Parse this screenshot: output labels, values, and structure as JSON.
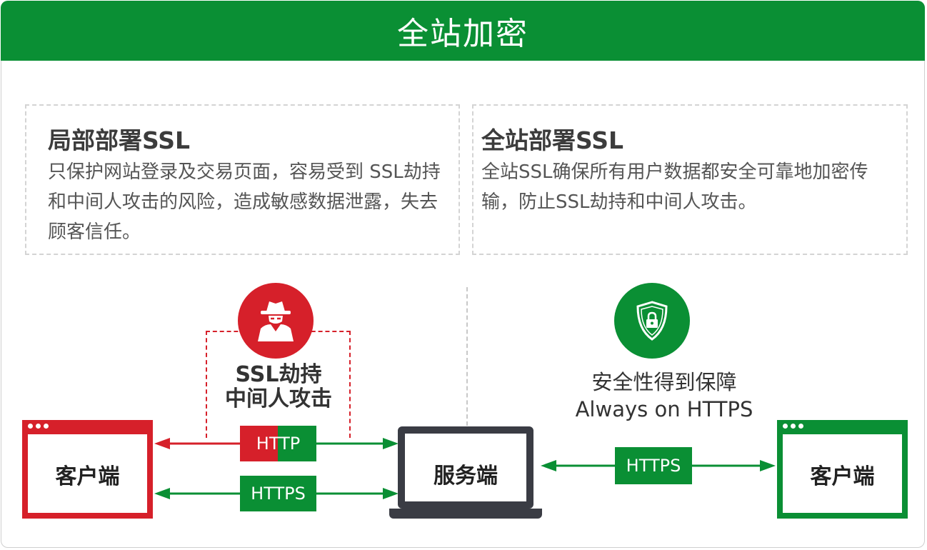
{
  "header": {
    "title": "全站加密"
  },
  "partial": {
    "title": "局部部署SSL",
    "description": "只保护网站登录及交易页面，容易受到 SSL劫持和中间人攻击的风险，造成敏感数据泄露，失去顾客信任。"
  },
  "full": {
    "title": "全站部署SSL",
    "description": "全站SSL确保所有用户数据都安全可靠地加密传输，防止SSL劫持和中间人攻击。"
  },
  "attack": {
    "line1": "SSL劫持",
    "line2": "中间人攻击"
  },
  "safe": {
    "line1": "安全性得到保障",
    "line2": "Always on HTTPS"
  },
  "client_left": {
    "label": "客户端"
  },
  "server": {
    "label": "服务端"
  },
  "client_right": {
    "label": "客户端"
  },
  "protocols": {
    "http": "HTTP",
    "https_left": "HTTPS",
    "https_right": "HTTPS"
  },
  "colors": {
    "green": "#0a8f34",
    "red": "#d6202a",
    "dark": "#3a3c44"
  },
  "icons": [
    "hacker-icon",
    "shield-lock-icon"
  ]
}
